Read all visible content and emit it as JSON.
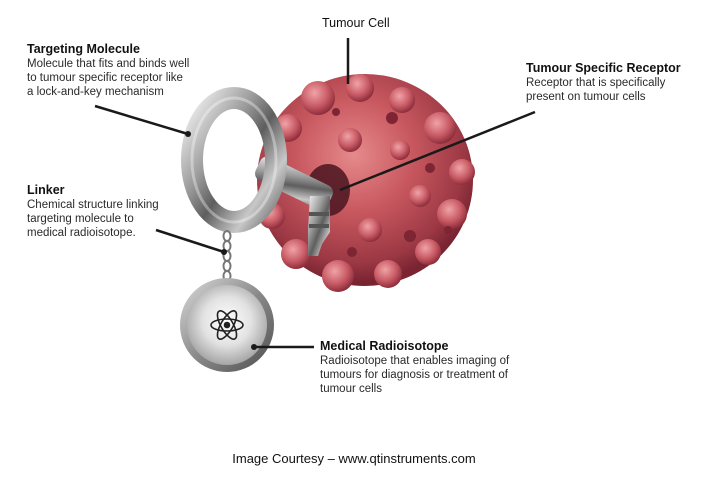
{
  "labels": {
    "tumour_cell": {
      "title": "Tumour Cell"
    },
    "targeting_molecule": {
      "title": "Targeting Molecule",
      "desc": "Molecule that fits and binds well\nto tumour specific receptor like\na lock-and-key mechanism"
    },
    "receptor": {
      "title": "Tumour Specific Receptor",
      "desc": "Receptor that is specifically\npresent on tumour cells"
    },
    "linker": {
      "title": "Linker",
      "desc": "Chemical structure linking\ntargeting molecule to\nmedical radioisotope."
    },
    "radioisotope": {
      "title": "Medical Radioisotope",
      "desc": "Radioisotope that enables imaging of\ntumours for diagnosis or treatment of\ntumour cells"
    }
  },
  "caption": "Image Courtesy – www.qtinstruments.com",
  "colors": {
    "cell": "#c8585f",
    "cell_dark": "#8e2f3a",
    "key_metal": "#9a9a9a",
    "leader": "#1a1a1a"
  },
  "icons": {
    "disc": "atom-icon"
  }
}
